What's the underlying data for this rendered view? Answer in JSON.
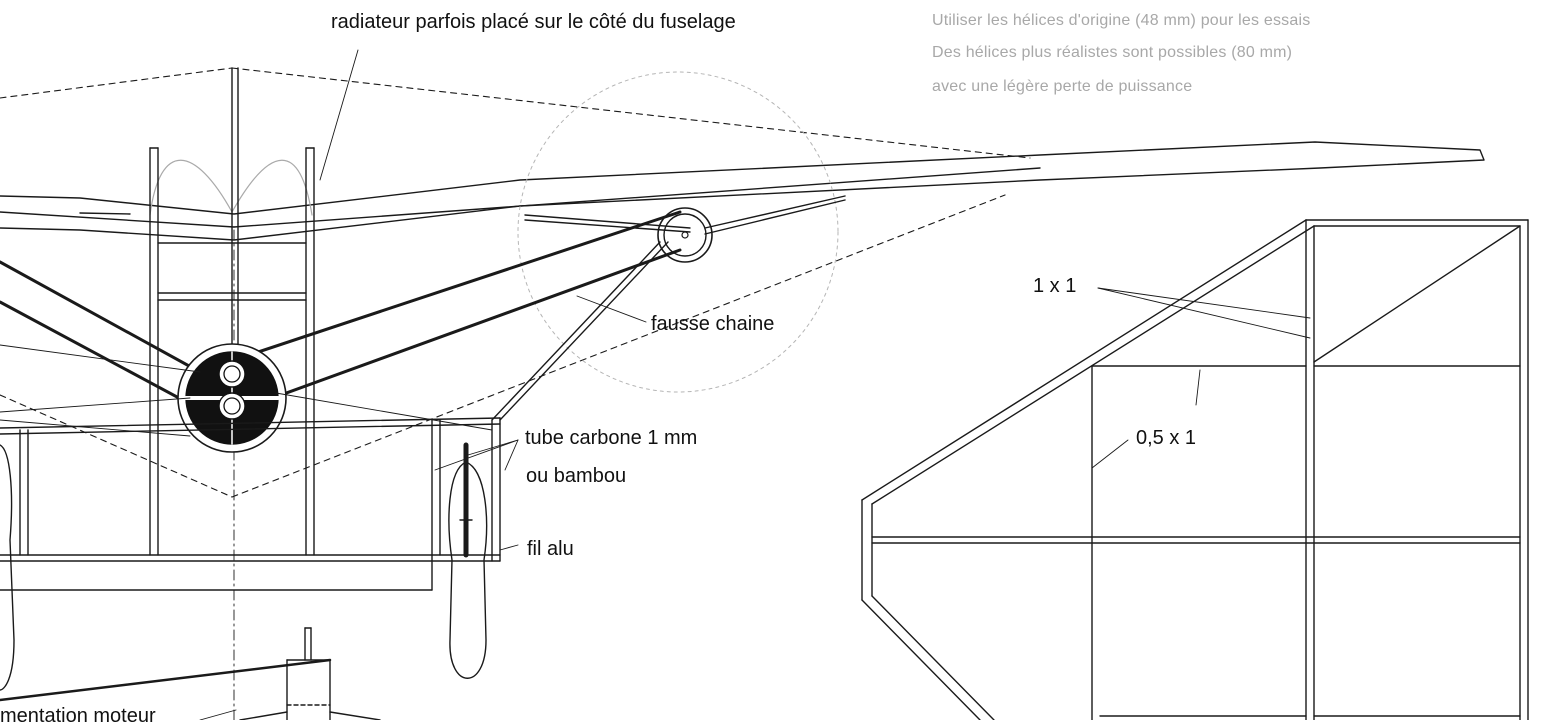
{
  "labels": {
    "radiator": "radiateur parfois placé sur le côté du fuselage",
    "fake_chain": "fausse chaine",
    "carbon_tube": "tube carbone 1 mm",
    "bamboo": "ou bambou",
    "alu_wire": "fil alu",
    "motor_power": "mentation moteur",
    "dim_1x1": "1 x 1",
    "dim_05x1": "0,5 x 1"
  },
  "notes": {
    "line1": "Utiliser les hélices d'origine (48 mm) pour les essais",
    "line2": "Des hélices plus réalistes sont possibles (80 mm)",
    "line3": "avec une légère perte de puissance"
  },
  "colors": {
    "ink": "#1a1a1a",
    "note_gray": "#a8a8a8",
    "guide_gray": "#b5b5b5",
    "background": "#ffffff"
  }
}
